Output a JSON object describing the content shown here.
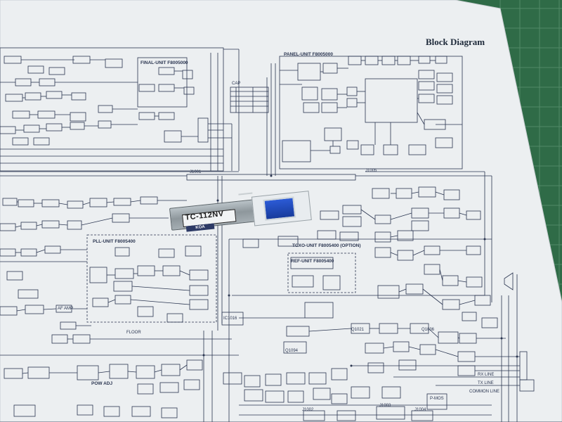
{
  "heading": "Block Diagram",
  "colors": {
    "mat": "#2f6b47",
    "paper": "#eceff1",
    "ink": "#2a3550"
  },
  "component": {
    "label": "TC-112NV",
    "brand": "KOA"
  },
  "sections": {
    "final_unit": "FINAL-UNIT F8005000",
    "panel_unit": "PANEL-UNIT F8005000",
    "pll_unit": "PLL-UNIT F8005400",
    "tcxo_unit": "TCXO-UNIT F8005400 (OPTION)",
    "ref_unit": "REF-UNIT F8005400",
    "pow_adj": "POW ADJ",
    "cap_table": "CAP"
  },
  "legend": [
    "RX LINE",
    "TX LINE",
    "COMMON LINE"
  ],
  "parts": [
    "J1001",
    "J1002",
    "J1003",
    "J1004",
    "J1005",
    "Q1036",
    "Q1021",
    "Q1094",
    "IC1016",
    "AF AMP",
    "FLOOR",
    "P-MOS"
  ]
}
